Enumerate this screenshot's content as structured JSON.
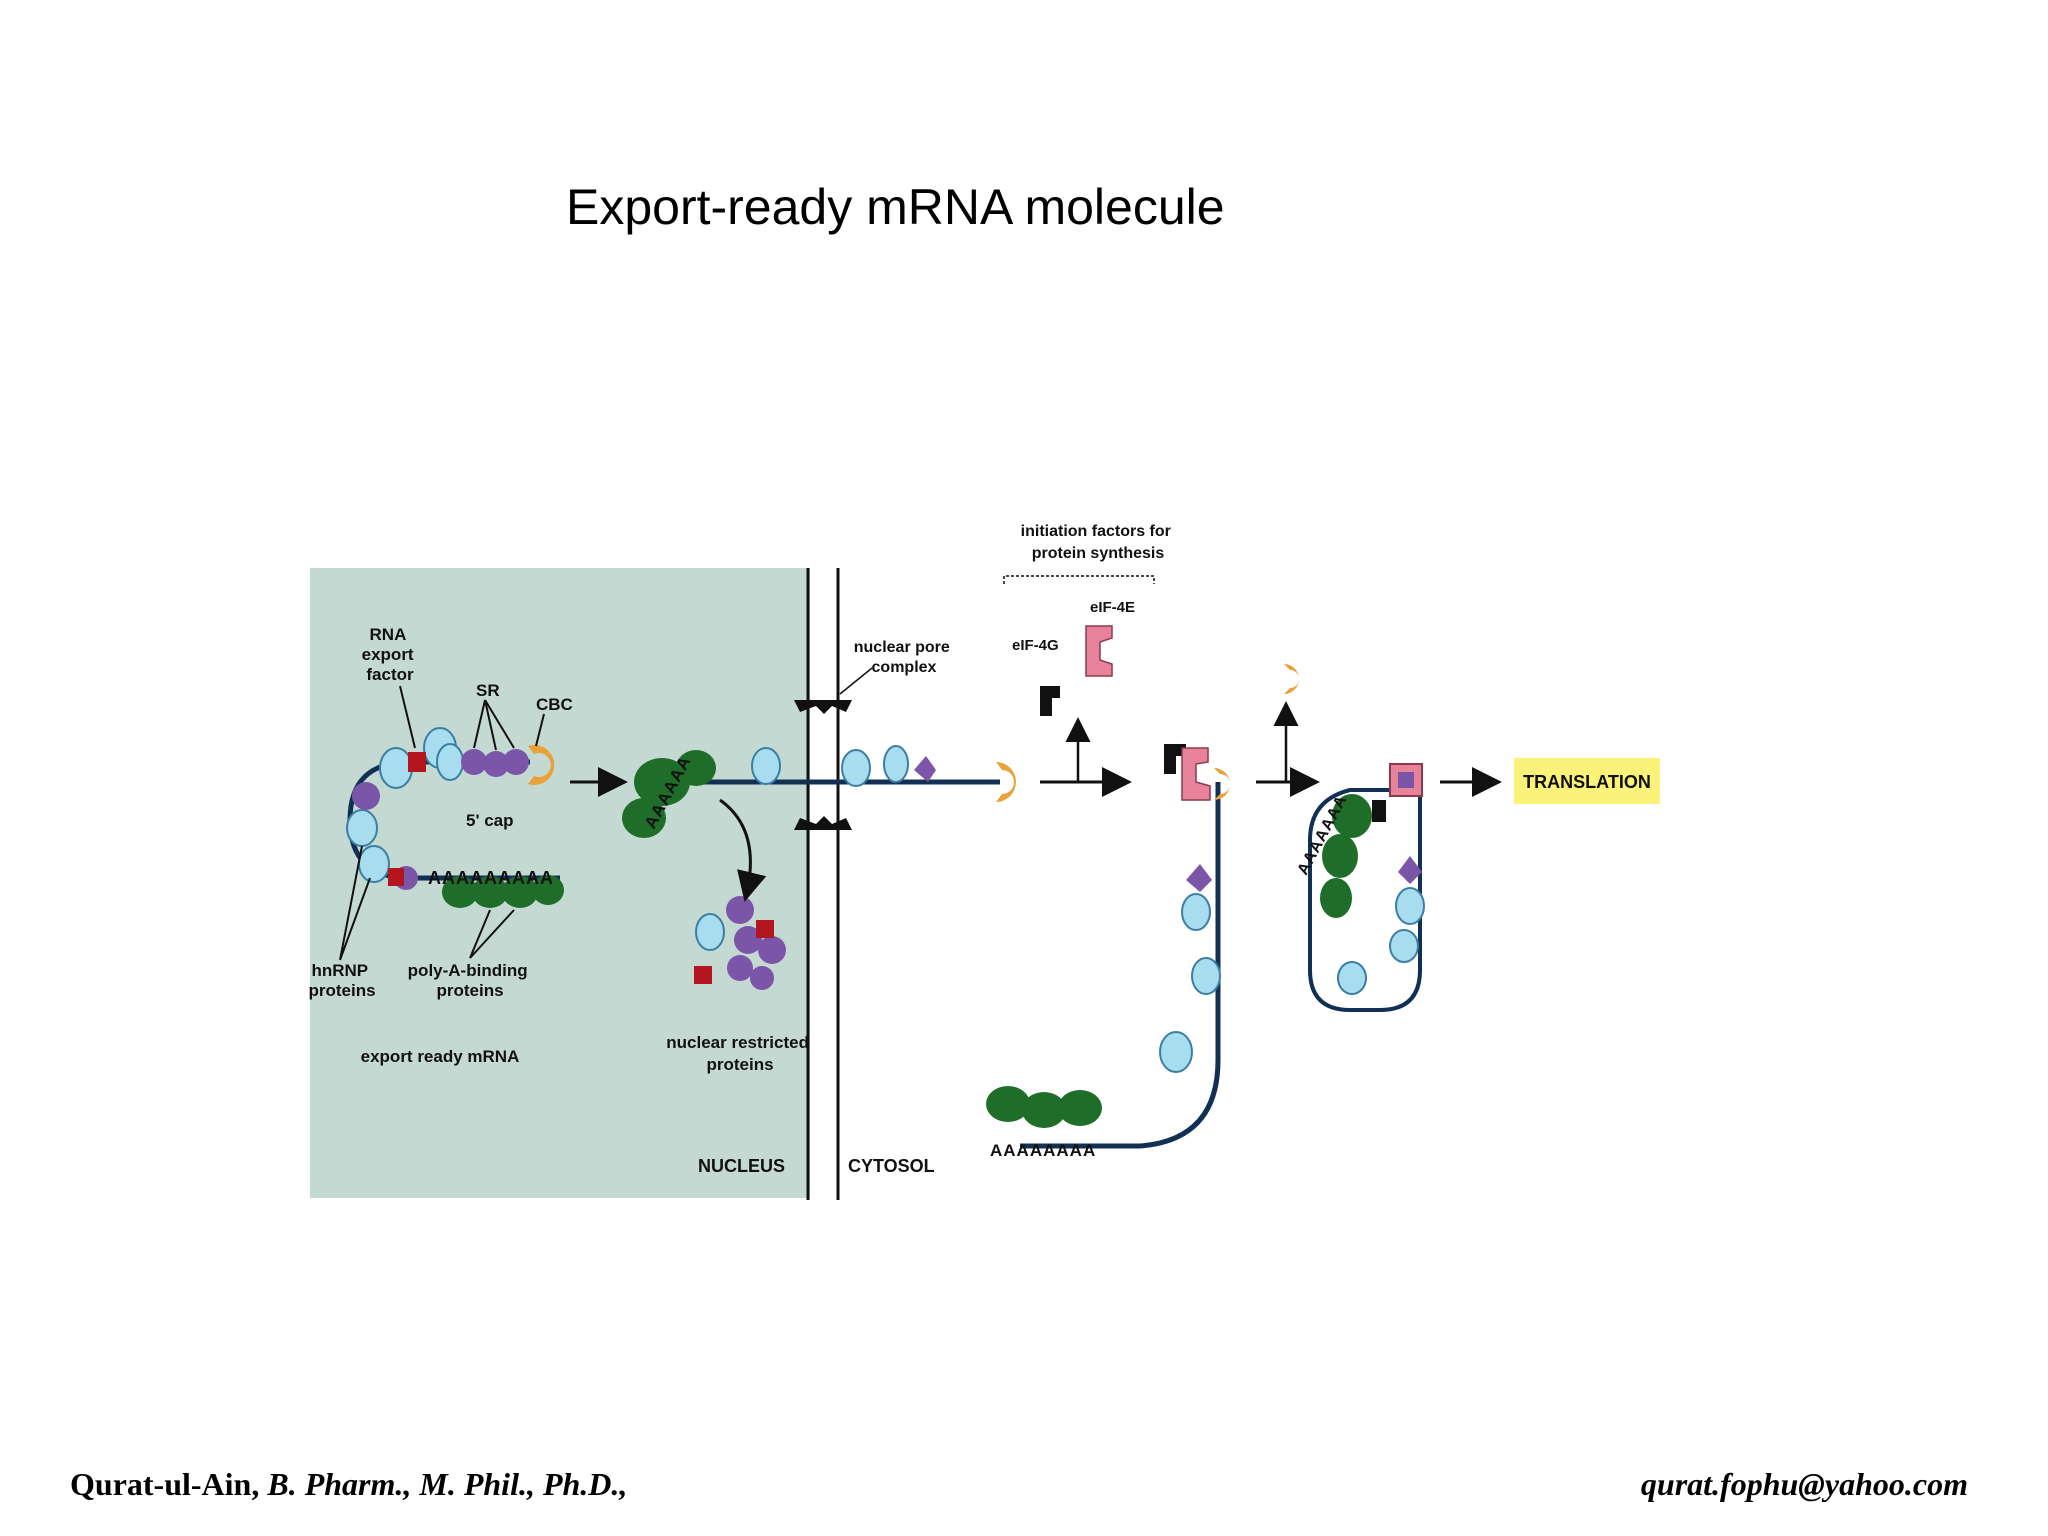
{
  "slide": {
    "title": "Export-ready mRNA molecule"
  },
  "figure": {
    "labels": {
      "rna_export_factor": [
        "RNA",
        "export",
        "factor"
      ],
      "sr": "SR",
      "cbc": "CBC",
      "five_cap": "5' cap",
      "poly_a_tail": "AAAAAAAAA",
      "hnrnp": [
        "hnRNP",
        "proteins"
      ],
      "poly_a_binding": [
        "poly-A-binding",
        "proteins"
      ],
      "export_ready": "export ready mRNA",
      "nuclear_restricted": [
        "nuclear restricted",
        "proteins"
      ],
      "nuclear_pore": [
        "nuclear pore",
        "complex"
      ],
      "initiation_factors": [
        "initiation factors for",
        "protein synthesis"
      ],
      "eif4g": "eIF-4G",
      "eif4e": "eIF-4E",
      "nucleus": "NUCLEUS",
      "cytosol": "CYTOSOL",
      "translation": "TRANSLATION",
      "poly_a_bottom": "AAAAAAAA",
      "poly_a_loop": "AAAAAAA",
      "poly_a_mid": "AAAAAA"
    }
  },
  "footer": {
    "author_name": "Qurat-ul-Ain,",
    "author_degrees": "B. Pharm., M. Phil., Ph.D.,",
    "email": "qurat.fophu@yahoo.com"
  },
  "colors": {
    "nucleus_bg": "#c5d9d3",
    "cbc_orange": "#e8a23a",
    "hnrnp_blue": "#a8dcef",
    "sr_purple": "#7b55a8",
    "export_red": "#b3161f",
    "pabp_green": "#1e6e2a",
    "eif4e_pink": "#e8829a",
    "translation_yellow": "#fbf27a"
  }
}
